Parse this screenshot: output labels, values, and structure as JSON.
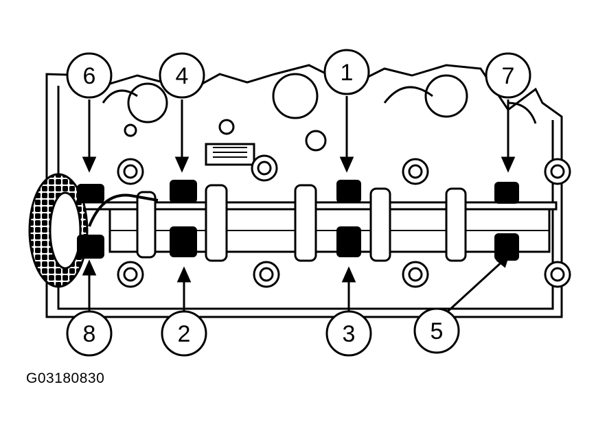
{
  "figure": {
    "id_label": "G03180830",
    "callouts": [
      "6",
      "4",
      "1",
      "7",
      "8",
      "2",
      "3",
      "5"
    ]
  }
}
